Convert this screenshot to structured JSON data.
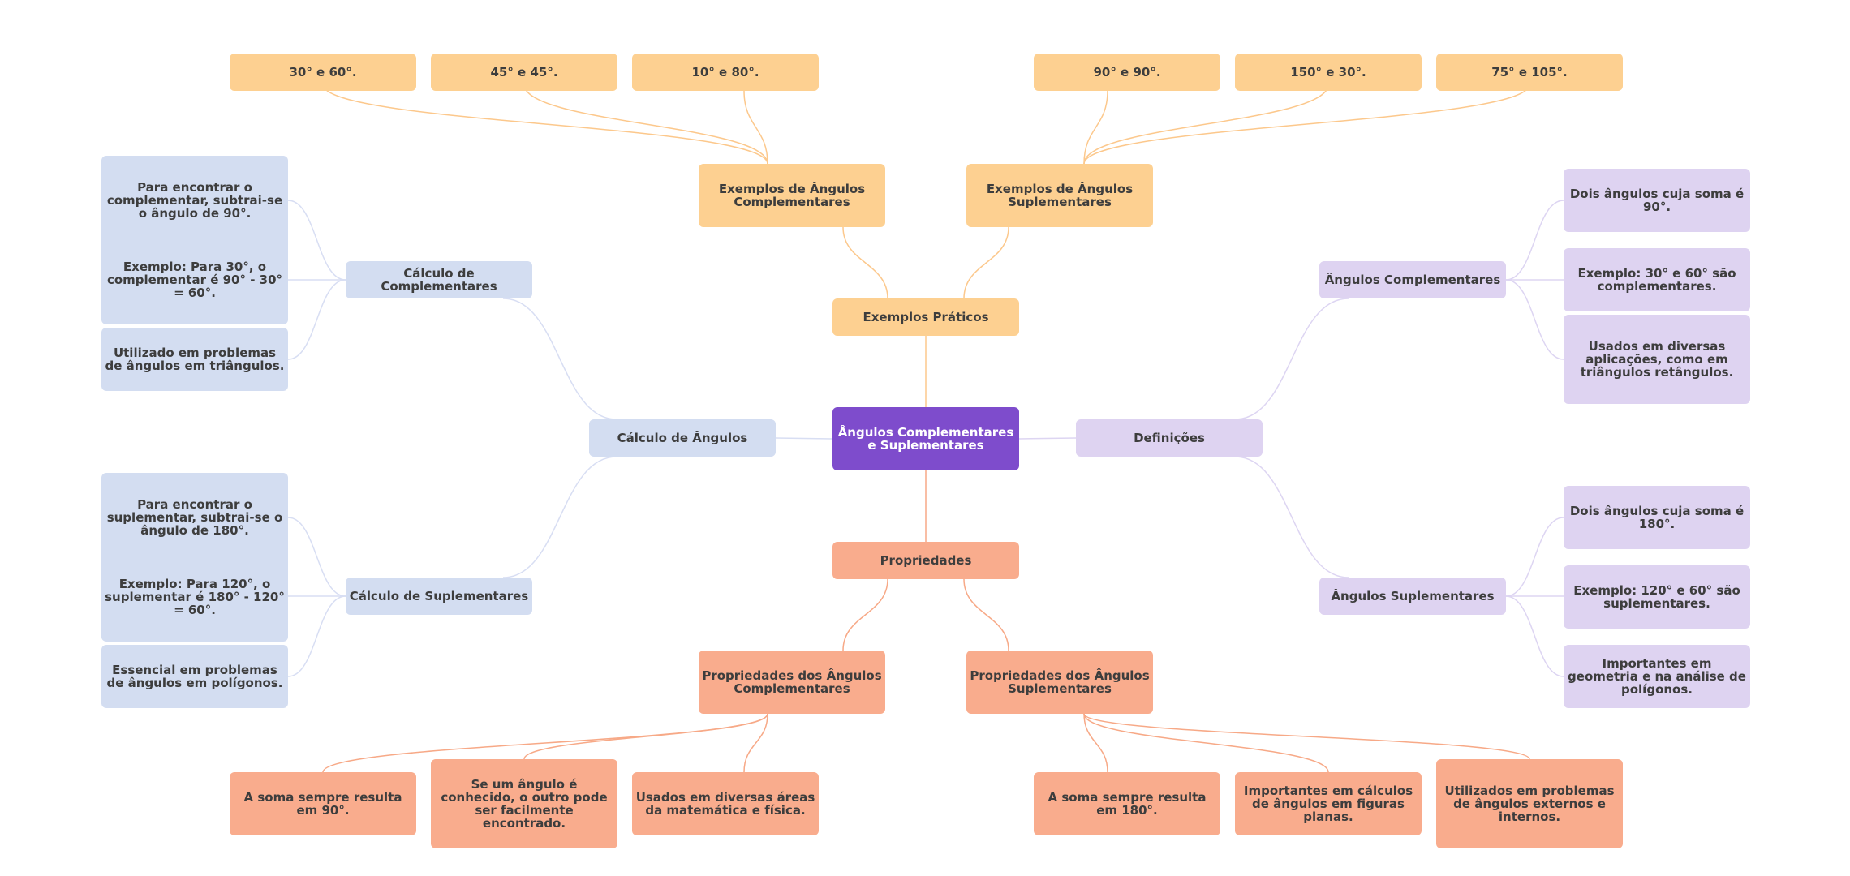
{
  "colors": {
    "root": "#7e4ccc",
    "examples": "#fdd091",
    "properties": "#f9ac8d",
    "calculation": "#d3ddf1",
    "definitions": "#ded3f1",
    "link_examples": "#fcc88c",
    "link_properties": "#f7a987",
    "link_calculation": "#d8def3",
    "link_definitions": "#ddd5f2"
  },
  "root": "Ângulos Complementares e Suplementares",
  "exemplos": {
    "label": "Exemplos Práticos",
    "complementares": {
      "label": "Exemplos de Ângulos Complementares",
      "items": [
        "30° e 60°.",
        "45° e 45°.",
        "10° e 80°."
      ]
    },
    "suplementares": {
      "label": "Exemplos de Ângulos Suplementares",
      "items": [
        "90° e 90°.",
        "150° e 30°.",
        "75° e 105°."
      ]
    }
  },
  "propriedades": {
    "label": "Propriedades",
    "complementares": {
      "label": "Propriedades dos Ângulos Complementares",
      "items": [
        "A soma sempre resulta em 90°.",
        "Se um ângulo é conhecido, o outro pode ser facilmente encontrado.",
        "Usados em diversas áreas da matemática e física."
      ]
    },
    "suplementares": {
      "label": "Propriedades dos Ângulos Suplementares",
      "items": [
        "A soma sempre resulta em 180°.",
        "Importantes em cálculos de ângulos em figuras planas.",
        "Utilizados em problemas de ângulos externos e internos."
      ]
    }
  },
  "calculo": {
    "label": "Cálculo de Ângulos",
    "complementares": {
      "label": "Cálculo de Complementares",
      "items": [
        "Para encontrar o complementar, subtrai-se o ângulo de 90°.",
        "Exemplo: Para 30°, o complementar é 90° - 30° = 60°.",
        "Utilizado em problemas de ângulos em triângulos."
      ]
    },
    "suplementares": {
      "label": "Cálculo de Suplementares",
      "items": [
        "Para encontrar o suplementar, subtrai-se o ângulo de 180°.",
        "Exemplo: Para 120°, o suplementar é 180° - 120° = 60°.",
        "Essencial em problemas de ângulos em polígonos."
      ]
    }
  },
  "definicoes": {
    "label": "Definições",
    "complementares": {
      "label": "Ângulos Complementares",
      "items": [
        "Dois ângulos cuja soma é 90°.",
        "Exemplo: 30° e 60° são complementares.",
        "Usados em diversas aplicações, como em triângulos retângulos."
      ]
    },
    "suplementares": {
      "label": "Ângulos Suplementares",
      "items": [
        "Dois ângulos cuja soma é 180°.",
        "Exemplo: 120° e 60° são suplementares.",
        "Importantes em geometria e na análise de polígonos."
      ]
    }
  }
}
